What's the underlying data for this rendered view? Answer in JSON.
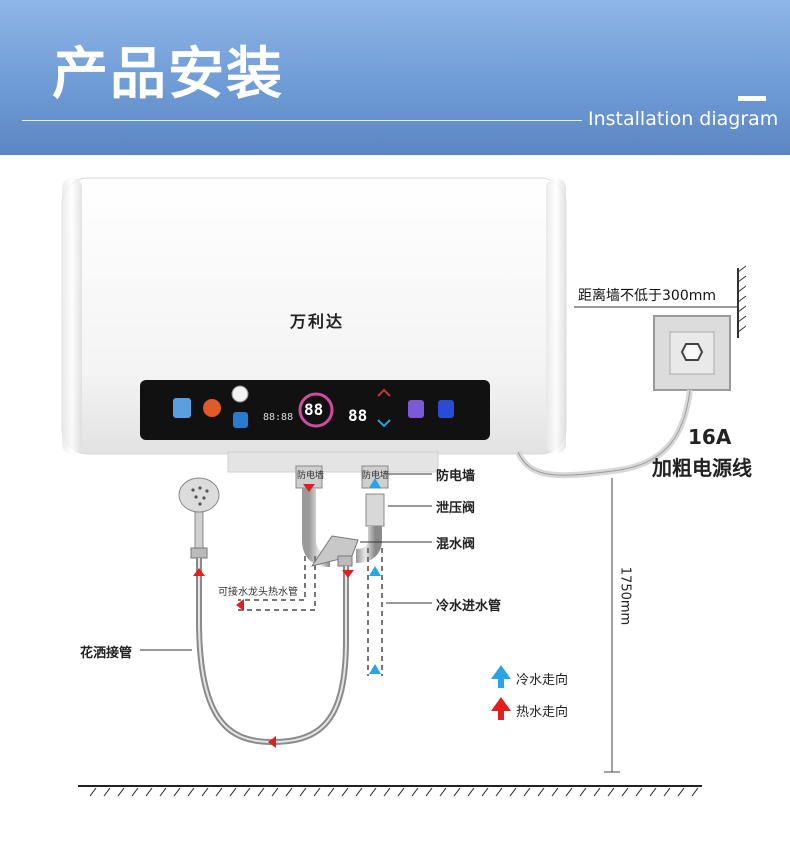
{
  "header": {
    "title": "产品安装",
    "subtitle": "Installation diagram"
  },
  "heater": {
    "brand": "万利达",
    "display_left": "88",
    "display_right": "88",
    "display_clock": "88:88"
  },
  "labels": {
    "wall_plug_left": "防电墙",
    "wall_plug_right": "防电墙",
    "anti_electric_wall": "防电墙",
    "pressure_relief_valve": "泄压阀",
    "mixing_valve": "混水阀",
    "cold_inlet_pipe": "冷水进水管",
    "faucet_hot_pipe": "可接水龙头热水管",
    "shower_hose": "花洒接管",
    "wall_distance": "距离墙不低于300mm",
    "current_rating": "16A",
    "power_cord": "加粗电源线",
    "install_height": "1750mm"
  },
  "legend": {
    "cold": "冷水走向",
    "hot": "热水走向"
  },
  "colors": {
    "header": "#6f9bd6",
    "cold_arrow": "#2aa4e8",
    "hot_arrow": "#e02020",
    "panel": "#111111"
  }
}
